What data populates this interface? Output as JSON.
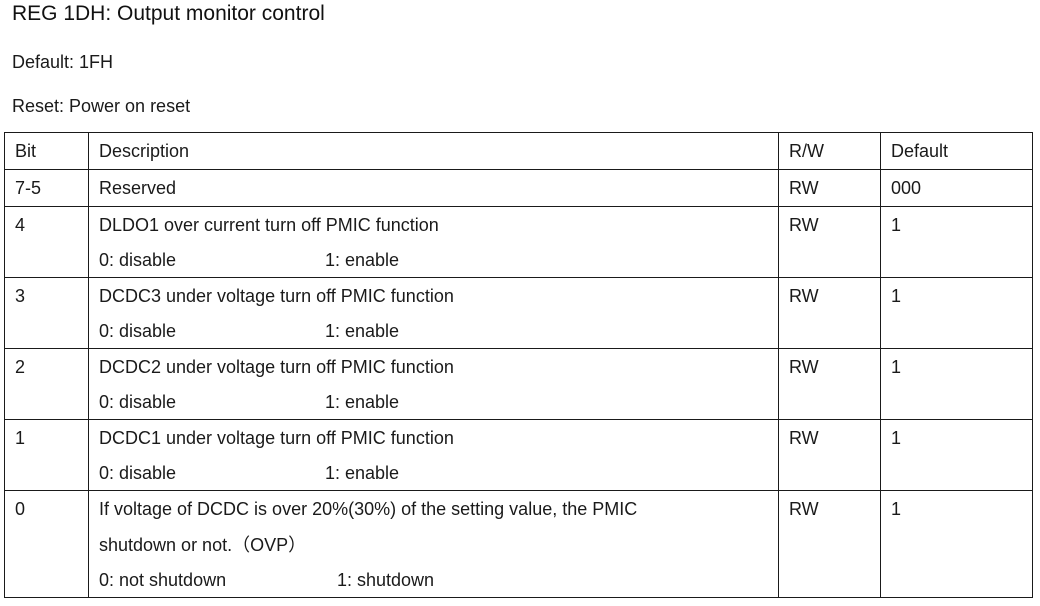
{
  "title": "REG 1DH: Output monitor control",
  "default_line": "Default: 1FH",
  "reset_line": "Reset: Power on reset",
  "table": {
    "headers": {
      "bit": "Bit",
      "description": "Description",
      "rw": "R/W",
      "default": "Default"
    },
    "rows": [
      {
        "bit": "7-5",
        "description": "Reserved",
        "rw": "RW",
        "default": "000"
      },
      {
        "bit": "4",
        "description": "DLDO1 over current turn off PMIC function",
        "option_off": "0: disable",
        "option_on": "1: enable",
        "rw": "RW",
        "default": "1"
      },
      {
        "bit": "3",
        "description": "DCDC3 under voltage turn off PMIC function",
        "option_off": "0: disable",
        "option_on": "1: enable",
        "rw": "RW",
        "default": "1"
      },
      {
        "bit": "2",
        "description": "DCDC2 under voltage turn off PMIC function",
        "option_off": "0: disable",
        "option_on": "1: enable",
        "rw": "RW",
        "default": "1"
      },
      {
        "bit": "1",
        "description": "DCDC1 under voltage turn off PMIC function",
        "option_off": "0: disable",
        "option_on": "1: enable",
        "rw": "RW",
        "default": "1"
      },
      {
        "bit": "0",
        "description_line1": "If voltage of DCDC is over 20%(30%) of the setting value, the PMIC",
        "description_line2": "shutdown or not.（OVP）",
        "option_off": "0: not shutdown",
        "option_on": "1: shutdown",
        "rw": "RW",
        "default": "1"
      }
    ]
  }
}
